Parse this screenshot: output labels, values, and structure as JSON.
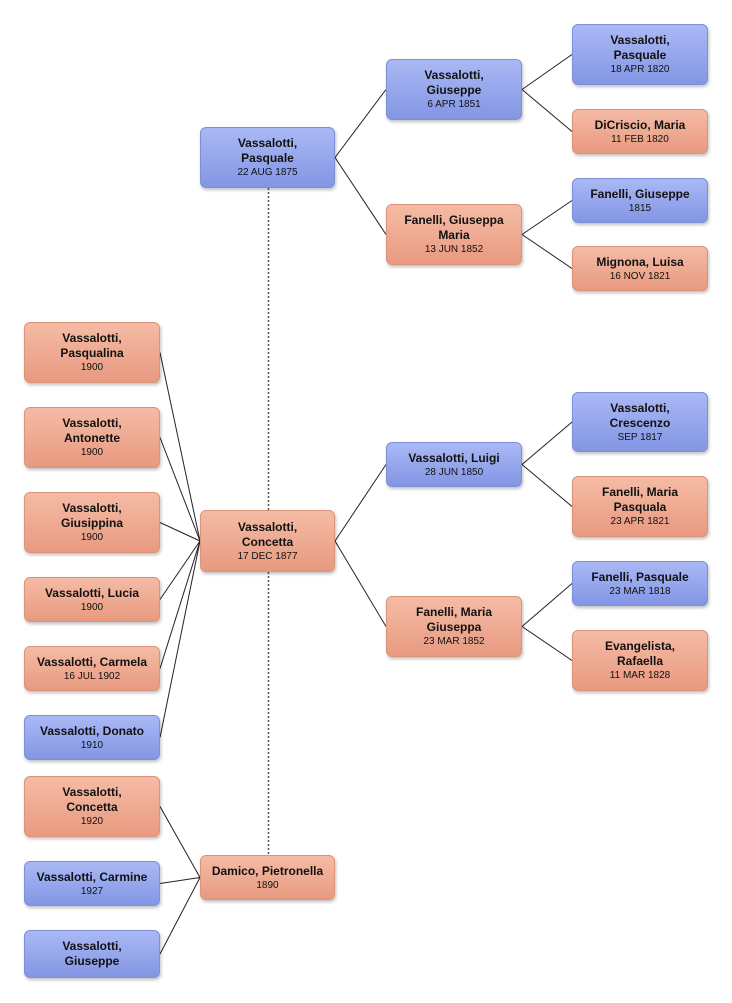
{
  "colors": {
    "male": "#8f9fe8",
    "female": "#ee a58a"
  },
  "persons": {
    "pasquale_1875": {
      "name": "Vassalotti,\nPasquale",
      "date": "22 AUG 1875",
      "sex": "male"
    },
    "concetta_1877": {
      "name": "Vassalotti,\nConcetta",
      "date": "17 DEC 1877",
      "sex": "female"
    },
    "pietronella_1890": {
      "name": "Damico, Pietronella",
      "date": "1890",
      "sex": "female"
    },
    "giuseppe_1851": {
      "name": "Vassalotti,\nGiuseppe",
      "date": "6 APR 1851",
      "sex": "male"
    },
    "giuseppa_maria_1852": {
      "name": "Fanelli, Giuseppa\nMaria",
      "date": "13 JUN 1852",
      "sex": "female"
    },
    "luigi_1850": {
      "name": "Vassalotti, Luigi",
      "date": "28 JUN 1850",
      "sex": "male"
    },
    "maria_giuseppa_1852": {
      "name": "Fanelli, Maria\nGiuseppa",
      "date": "23 MAR 1852",
      "sex": "female"
    },
    "pasquale_1820": {
      "name": "Vassalotti,\nPasquale",
      "date": "18 APR 1820",
      "sex": "male"
    },
    "dicriscio_1820": {
      "name": "DiCriscio, Maria",
      "date": "11 FEB 1820",
      "sex": "female"
    },
    "fanelli_giuseppe_1815": {
      "name": "Fanelli, Giuseppe",
      "date": "1815",
      "sex": "male"
    },
    "mignona_1821": {
      "name": "Mignona, Luisa",
      "date": "16 NOV 1821",
      "sex": "female"
    },
    "crescenzo_1817": {
      "name": "Vassalotti,\nCrescenzo",
      "date": "SEP 1817",
      "sex": "male"
    },
    "maria_pasquala_1821": {
      "name": "Fanelli, Maria\nPasquala",
      "date": "23 APR 1821",
      "sex": "female"
    },
    "fanelli_pasquale_1818": {
      "name": "Fanelli, Pasquale",
      "date": "23 MAR 1818",
      "sex": "male"
    },
    "evangelista_1828": {
      "name": "Evangelista,\nRafaella",
      "date": "11 MAR 1828",
      "sex": "female"
    },
    "pasqualina_1900": {
      "name": "Vassalotti,\nPasqualina",
      "date": "1900",
      "sex": "female"
    },
    "antonette_1900": {
      "name": "Vassalotti,\nAntonette",
      "date": "1900",
      "sex": "female"
    },
    "giusippina_1900": {
      "name": "Vassalotti,\nGiusippina",
      "date": "1900",
      "sex": "female"
    },
    "lucia_1900": {
      "name": "Vassalotti, Lucia",
      "date": "1900",
      "sex": "female"
    },
    "carmela_1902": {
      "name": "Vassalotti, Carmela",
      "date": "16 JUL 1902",
      "sex": "female"
    },
    "donato_1910": {
      "name": "Vassalotti, Donato",
      "date": "1910",
      "sex": "male"
    },
    "concetta_1920": {
      "name": "Vassalotti,\nConcetta",
      "date": "1920",
      "sex": "female"
    },
    "carmine_1927": {
      "name": "Vassalotti, Carmine",
      "date": "1927",
      "sex": "male"
    },
    "giuseppe_child": {
      "name": "Vassalotti,\nGiuseppe",
      "date": "",
      "sex": "male"
    }
  },
  "relations": {
    "parents": [
      [
        "pasquale_1875",
        "giuseppe_1851"
      ],
      [
        "pasquale_1875",
        "giuseppa_maria_1852"
      ],
      [
        "concetta_1877",
        "luigi_1850"
      ],
      [
        "concetta_1877",
        "maria_giuseppa_1852"
      ],
      [
        "giuseppe_1851",
        "pasquale_1820"
      ],
      [
        "giuseppe_1851",
        "dicriscio_1820"
      ],
      [
        "giuseppa_maria_1852",
        "fanelli_giuseppe_1815"
      ],
      [
        "giuseppa_maria_1852",
        "mignona_1821"
      ],
      [
        "luigi_1850",
        "crescenzo_1817"
      ],
      [
        "luigi_1850",
        "maria_pasquala_1821"
      ],
      [
        "maria_giuseppa_1852",
        "fanelli_pasquale_1818"
      ],
      [
        "maria_giuseppa_1852",
        "evangelista_1828"
      ]
    ],
    "children": [
      [
        "concetta_1877",
        "pasqualina_1900"
      ],
      [
        "concetta_1877",
        "antonette_1900"
      ],
      [
        "concetta_1877",
        "giusippina_1900"
      ],
      [
        "concetta_1877",
        "lucia_1900"
      ],
      [
        "concetta_1877",
        "carmela_1902"
      ],
      [
        "concetta_1877",
        "donato_1910"
      ],
      [
        "pietronella_1890",
        "concetta_1920"
      ],
      [
        "pietronella_1890",
        "carmine_1927"
      ],
      [
        "pietronella_1890",
        "giuseppe_child"
      ]
    ],
    "spouses": [
      [
        "pasquale_1875",
        "concetta_1877"
      ],
      [
        "concetta_1877",
        "pietronella_1890"
      ]
    ]
  }
}
